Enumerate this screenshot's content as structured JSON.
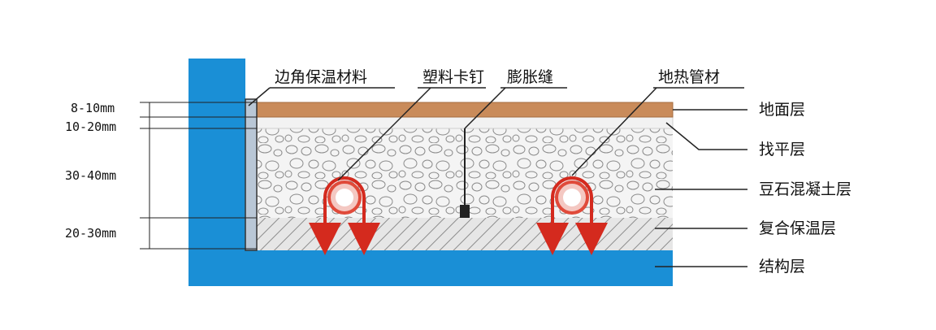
{
  "diagram": {
    "top_labels": {
      "edge_insulation": "边角保温材料",
      "plastic_clip": "塑料卡钉",
      "expansion_joint": "膨胀缝",
      "heating_pipe": "地热管材"
    },
    "layer_labels": {
      "floor": "地面层",
      "leveling": "找平层",
      "pea_gravel_concrete": "豆石混凝土层",
      "composite_insulation": "复合保温层",
      "structure": "结构层"
    },
    "dimensions": {
      "floor": "8-10mm",
      "leveling": "10-20mm",
      "concrete": "30-40mm",
      "insulation": "20-30mm"
    },
    "colors": {
      "structure": "#1a8fd6",
      "floor": "#c98b5a",
      "insulation_hatch": "#9a9a9a",
      "arrow": "#d42a1e",
      "pipe": "#e04a3a"
    }
  }
}
